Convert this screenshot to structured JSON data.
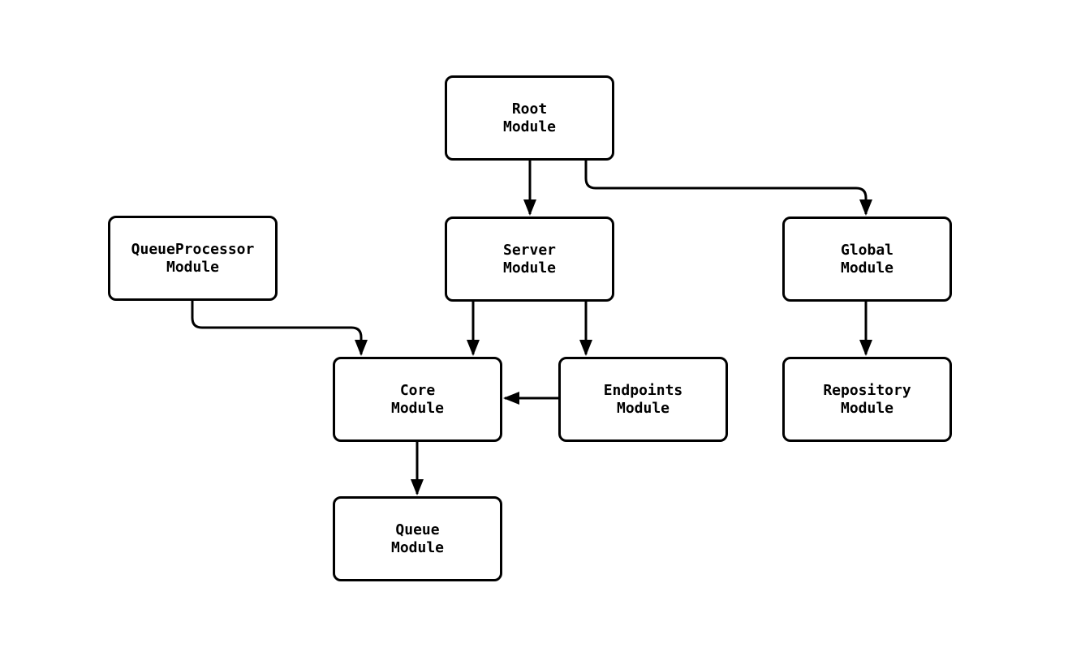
{
  "diagram": {
    "type": "module-dependency-flowchart",
    "background_color": "#ffffff",
    "node_fill_color": "#ffffff",
    "stroke_color": "#000000",
    "nodes": {
      "root": {
        "line1": "Root",
        "line2": "Module"
      },
      "queueProcessor": {
        "line1": "QueueProcessor",
        "line2": "Module"
      },
      "server": {
        "line1": "Server",
        "line2": "Module"
      },
      "global": {
        "line1": "Global",
        "line2": "Module"
      },
      "core": {
        "line1": "Core",
        "line2": "Module"
      },
      "endpoints": {
        "line1": "Endpoints",
        "line2": "Module"
      },
      "repository": {
        "line1": "Repository",
        "line2": "Module"
      },
      "queue": {
        "line1": "Queue",
        "line2": "Module"
      }
    },
    "edges": [
      {
        "from": "Root Module",
        "to": "Server Module"
      },
      {
        "from": "Root Module",
        "to": "Global Module"
      },
      {
        "from": "QueueProcessor Module",
        "to": "Core Module"
      },
      {
        "from": "Server Module",
        "to": "Core Module"
      },
      {
        "from": "Server Module",
        "to": "Endpoints Module"
      },
      {
        "from": "Endpoints Module",
        "to": "Core Module"
      },
      {
        "from": "Global Module",
        "to": "Repository Module"
      },
      {
        "from": "Core Module",
        "to": "Queue Module"
      }
    ]
  }
}
